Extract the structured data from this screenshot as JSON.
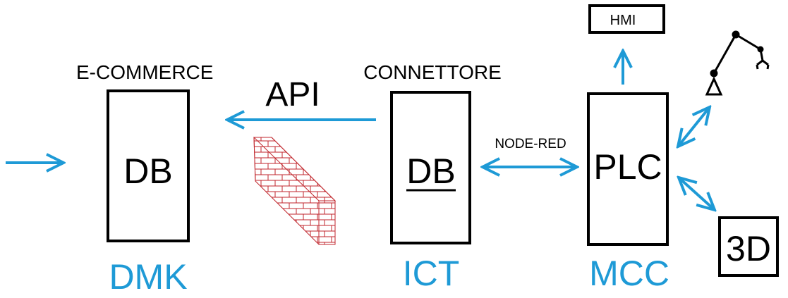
{
  "diagram": {
    "colors": {
      "arrow": "#1e9ad6",
      "box": "#000000",
      "label_blue": "#1e9ad6",
      "firewall": "#c0262c"
    },
    "nodes": {
      "ecommerce": {
        "caption": "E-COMMERCE",
        "label": "DB",
        "group": "DMK"
      },
      "connector": {
        "caption": "CONNETTORE",
        "label": "DB",
        "group": "ICT"
      },
      "plc": {
        "label": "PLC",
        "group": "MCC"
      },
      "hmi": {
        "label": "HMI"
      },
      "printer3d": {
        "label": "3D"
      }
    },
    "edges": {
      "api": "API",
      "node_red": "NODE-RED"
    },
    "icons": [
      "robot-arm-icon",
      "firewall-icon"
    ]
  }
}
